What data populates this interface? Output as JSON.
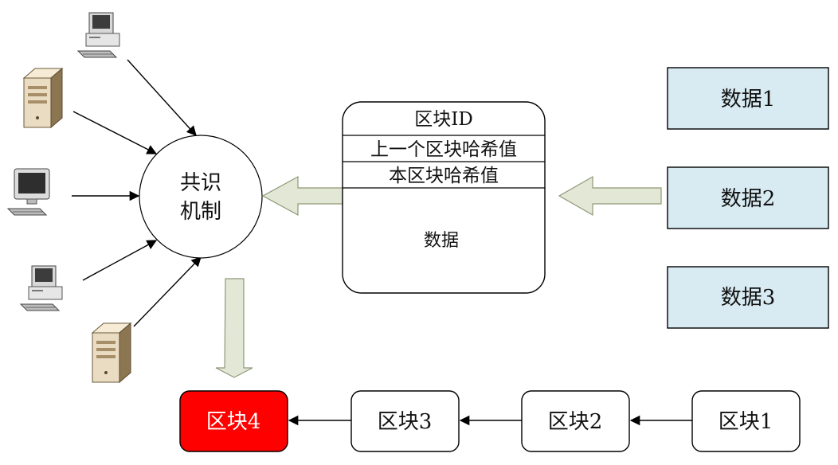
{
  "consensus": {
    "line1": "共识",
    "line2": "机制"
  },
  "block_structure": {
    "id_label": "区块ID",
    "prev_hash_label": "上一个区块哈希值",
    "this_hash_label": "本区块哈希值",
    "data_label": "数据"
  },
  "data_items": [
    "数据1",
    "数据2",
    "数据3"
  ],
  "chain": [
    {
      "label": "区块4",
      "highlight": true
    },
    {
      "label": "区块3",
      "highlight": false
    },
    {
      "label": "区块2",
      "highlight": false
    },
    {
      "label": "区块1",
      "highlight": false
    }
  ],
  "colors": {
    "data_box_fill": "#d8ebf2",
    "hollow_arrow_fill": "#e3e8d6",
    "highlight_block": "#ff0000",
    "stroke": "#000000"
  },
  "nodes": [
    "pc-icon",
    "server-icon",
    "monitor-icon",
    "pc-icon",
    "server-icon"
  ]
}
